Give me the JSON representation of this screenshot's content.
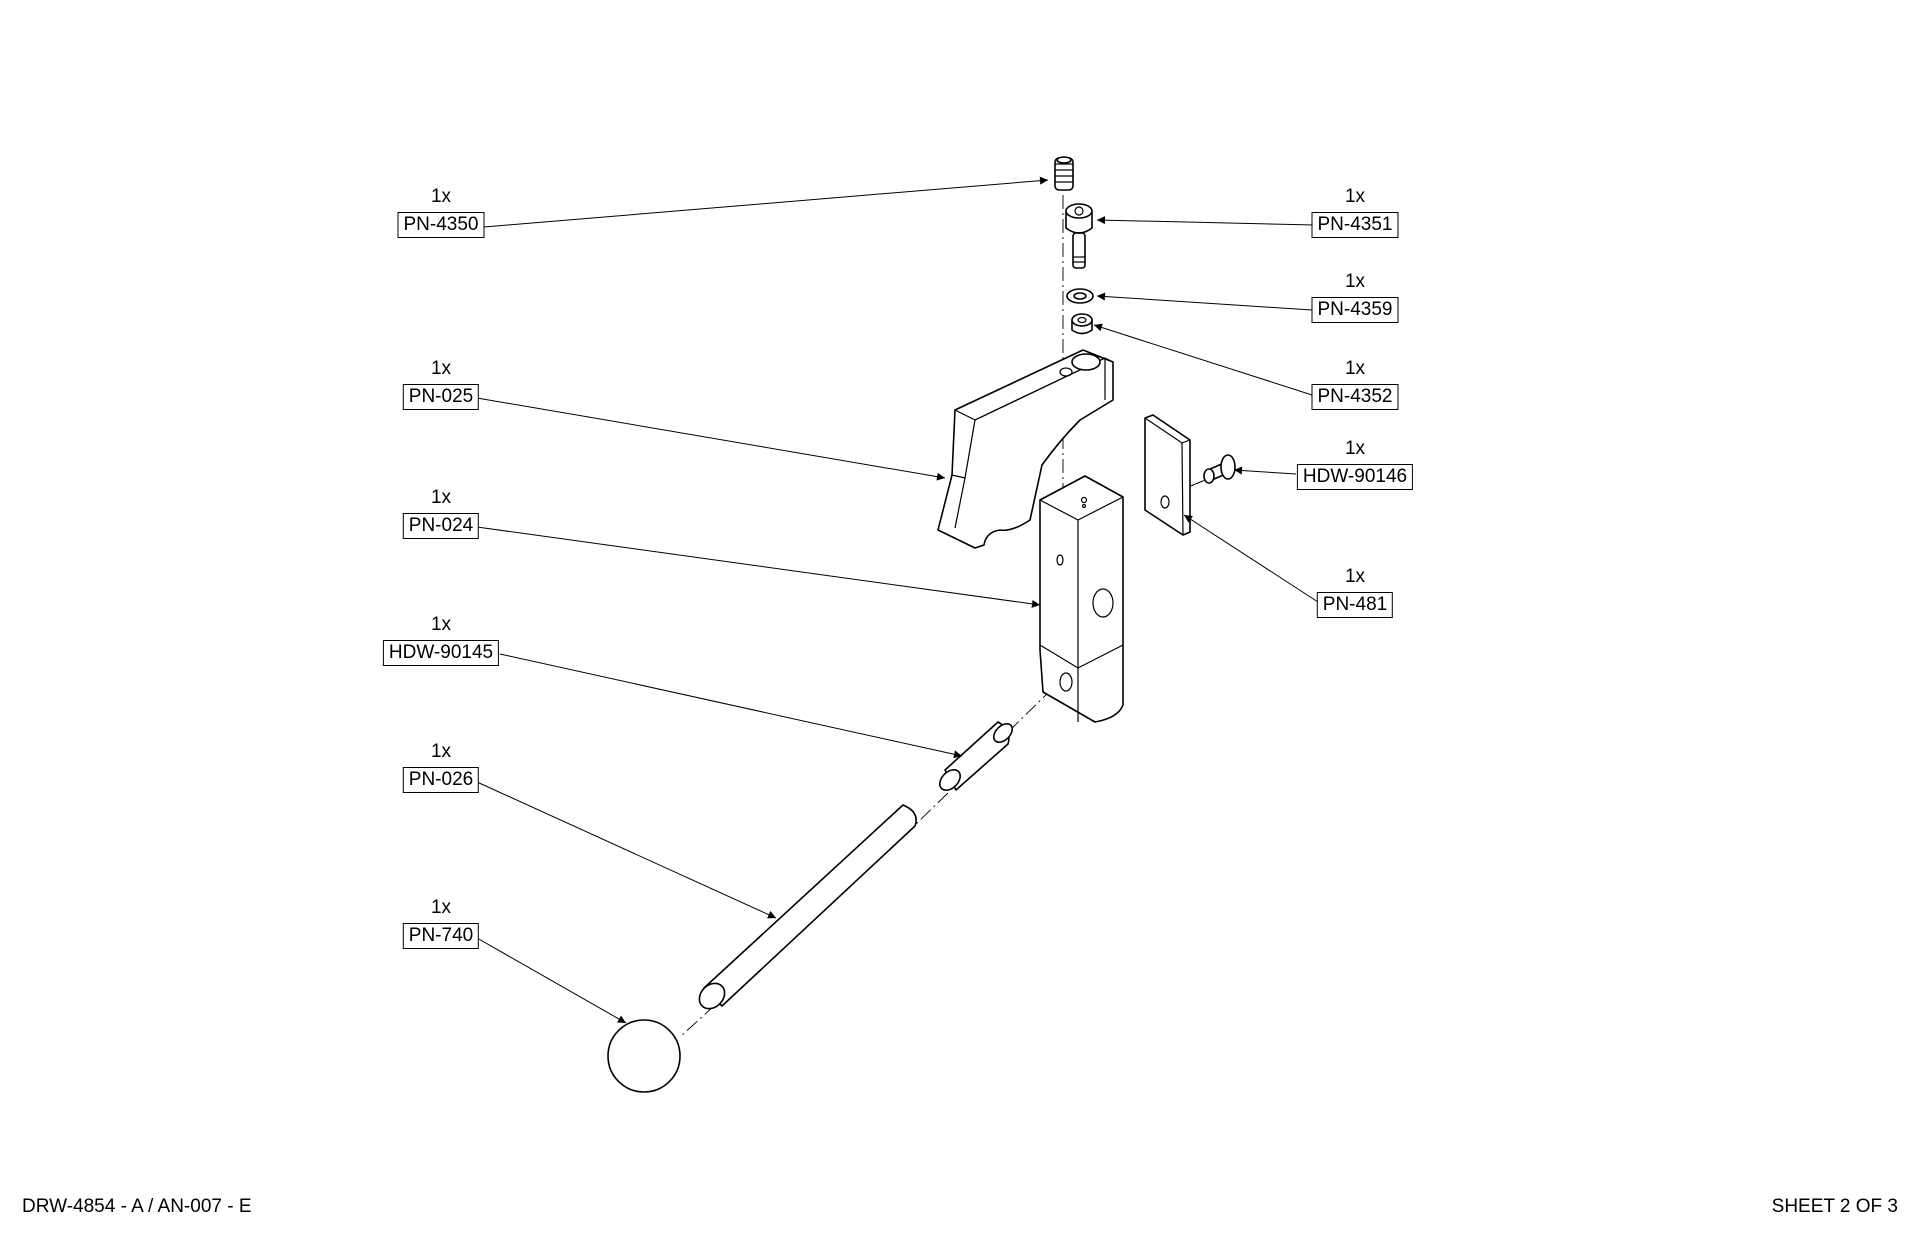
{
  "callouts": [
    {
      "id": "pn-4350",
      "qty": "1x",
      "part": "PN-4350"
    },
    {
      "id": "pn-4351",
      "qty": "1x",
      "part": "PN-4351"
    },
    {
      "id": "pn-4359",
      "qty": "1x",
      "part": "PN-4359"
    },
    {
      "id": "pn-4352",
      "qty": "1x",
      "part": "PN-4352"
    },
    {
      "id": "pn-025",
      "qty": "1x",
      "part": "PN-025"
    },
    {
      "id": "hdw-90146",
      "qty": "1x",
      "part": "HDW-90146"
    },
    {
      "id": "pn-024",
      "qty": "1x",
      "part": "PN-024"
    },
    {
      "id": "pn-481",
      "qty": "1x",
      "part": "PN-481"
    },
    {
      "id": "hdw-90145",
      "qty": "1x",
      "part": "HDW-90145"
    },
    {
      "id": "pn-026",
      "qty": "1x",
      "part": "PN-026"
    },
    {
      "id": "pn-740",
      "qty": "1x",
      "part": "PN-740"
    }
  ],
  "footer": {
    "drawing_ref": "DRW-4854 - A / AN-007 - E",
    "sheet": "SHEET 2 OF 3"
  }
}
